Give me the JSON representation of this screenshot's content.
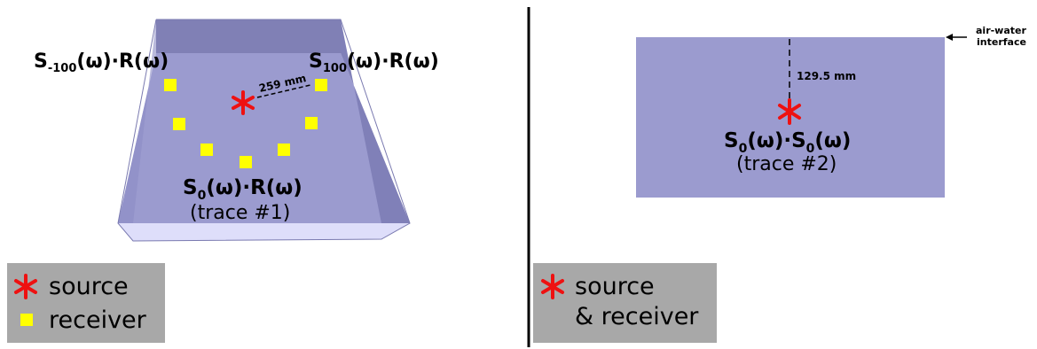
{
  "colors": {
    "water": "#9b9bcf",
    "source": "#ee1111",
    "receiver": "#ffff00",
    "legend_bg": "#a8a8a8",
    "divider": "#000000"
  },
  "left": {
    "label_left": {
      "base": "S",
      "sub": "-100",
      "rest": "(ω)·R(ω)"
    },
    "label_right": {
      "base": "S",
      "sub": "100",
      "rest": "(ω)·R(ω)"
    },
    "label_center": {
      "base": "S",
      "sub": "0",
      "rest": "(ω)·R(ω)"
    },
    "trace": "(trace #1)",
    "distance": "259 mm",
    "legend": {
      "source": "source",
      "receiver": "receiver"
    }
  },
  "right": {
    "label_center": {
      "base": "S",
      "sub": "0",
      "mid": "(ω)·S",
      "sub2": "0",
      "rest": "(ω)"
    },
    "trace": "(trace #2)",
    "depth": "129.5 mm",
    "interface_line1": "air-water",
    "interface_line2": "interface",
    "legend": {
      "line1": "source",
      "line2": "& receiver"
    }
  }
}
